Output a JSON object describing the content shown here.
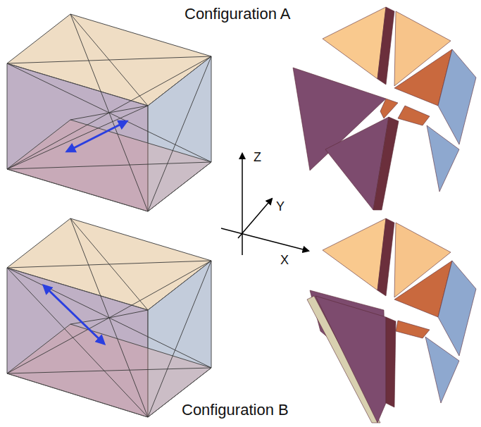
{
  "diagram": {
    "labels": [
      "Configuration A",
      "Configuration B",
      "Z",
      "Y",
      "X"
    ]
  }
}
